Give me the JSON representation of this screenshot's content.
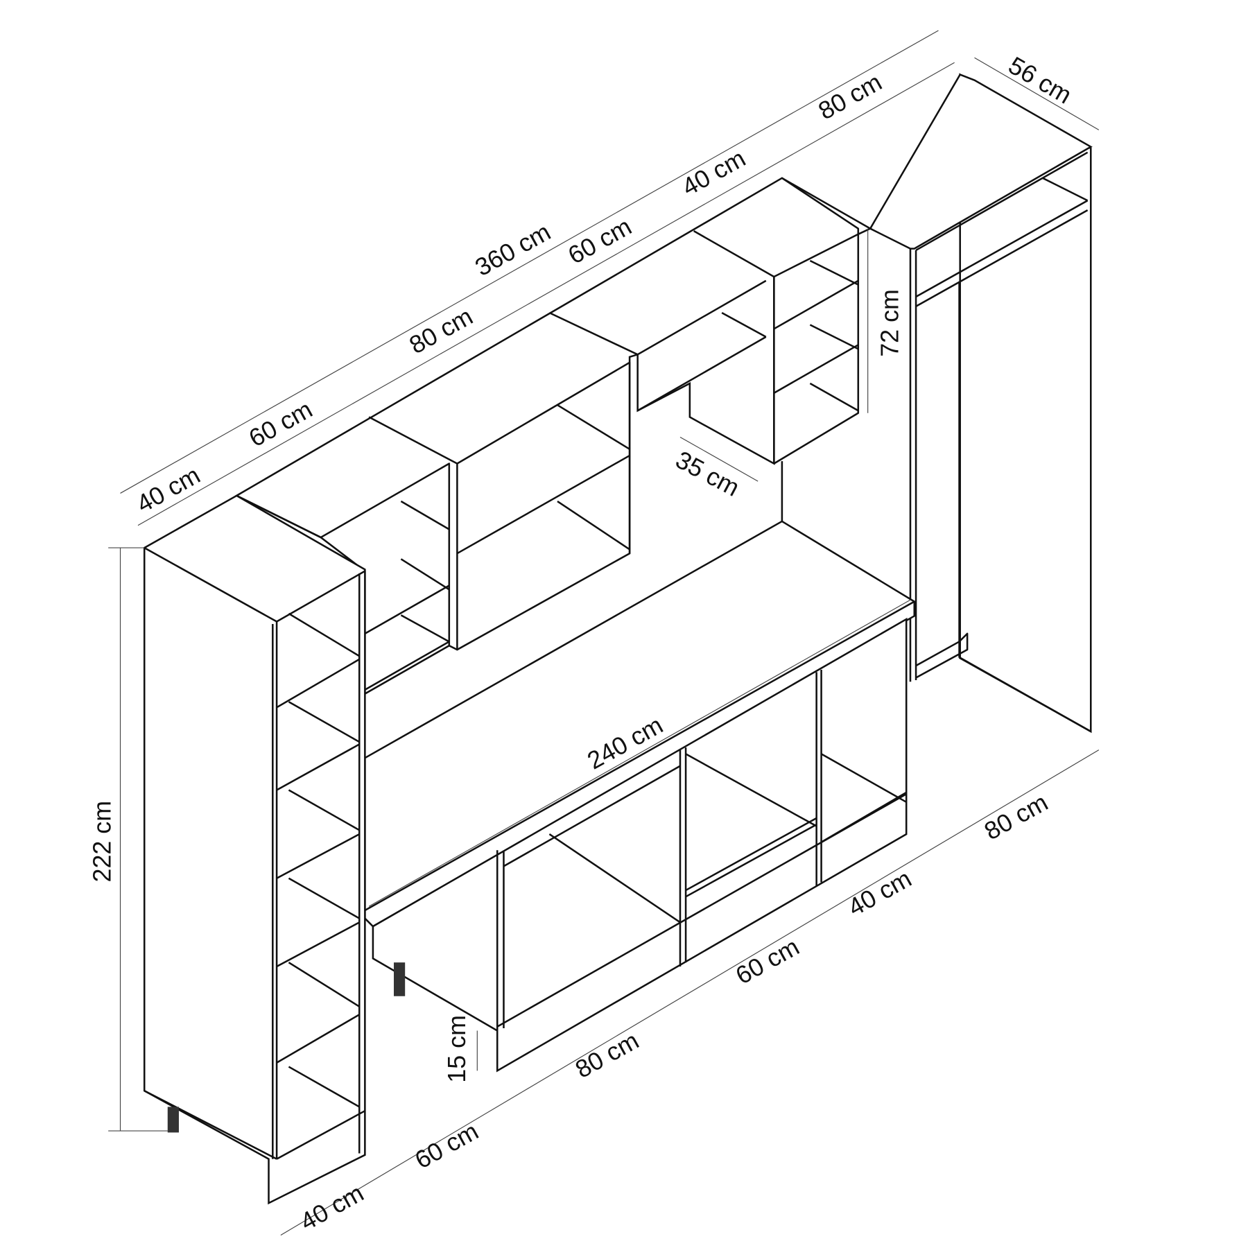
{
  "dimensions": {
    "total_width": "360 cm",
    "upper_40_left": "40 cm",
    "upper_60_left": "60 cm",
    "upper_80": "80 cm",
    "upper_60_right": "60 cm",
    "upper_40_right": "40 cm",
    "upper_80_right": "80 cm",
    "depth_56": "56 cm",
    "height_222": "222 cm",
    "height_72": "72 cm",
    "depth_35": "35 cm",
    "desk_240": "240 cm",
    "plinth_15": "15 cm",
    "lower_40_left": "40 cm",
    "lower_60_left": "60 cm",
    "lower_80": "80 cm",
    "lower_60_right": "60 cm",
    "lower_40_right": "40 cm",
    "lower_80_right": "80 cm"
  }
}
